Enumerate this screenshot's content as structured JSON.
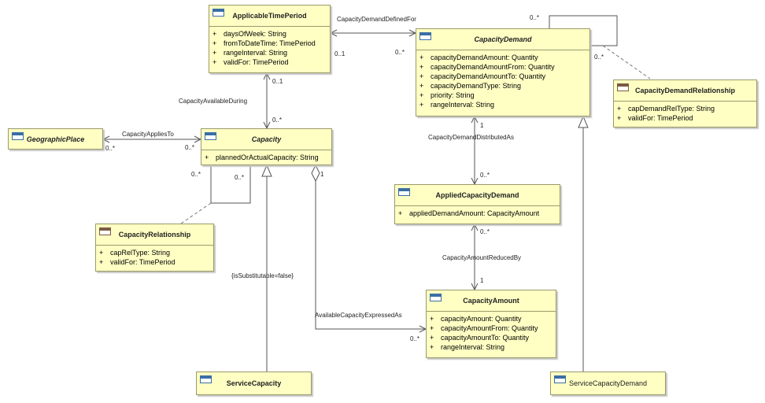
{
  "classes": {
    "applicable_time_period": {
      "name": "ApplicableTimePeriod",
      "attributes": [
        {
          "vis": "+",
          "text": "daysOfWeek: String"
        },
        {
          "vis": "+",
          "text": "fromToDateTime: TimePeriod"
        },
        {
          "vis": "+",
          "text": "rangeInterval: String"
        },
        {
          "vis": "+",
          "text": "validFor: TimePeriod"
        }
      ]
    },
    "capacity_demand": {
      "name": "CapacityDemand",
      "attributes": [
        {
          "vis": "+",
          "text": "capacityDemandAmount: Quantity"
        },
        {
          "vis": "+",
          "text": "capacityDemandAmountFrom: Quantity"
        },
        {
          "vis": "+",
          "text": "capacityDemandAmountTo: Quantity"
        },
        {
          "vis": "+",
          "text": "capacityDemandType: String"
        },
        {
          "vis": "+",
          "text": "priority: String"
        },
        {
          "vis": "+",
          "text": "rangeInterval: String"
        }
      ]
    },
    "capacity_demand_relationship": {
      "name": "CapacityDemandRelationship",
      "attributes": [
        {
          "vis": "+",
          "text": "capDemandRelType: String"
        },
        {
          "vis": "+",
          "text": "validFor: TimePeriod"
        }
      ]
    },
    "geographic_place": {
      "name": "GeographicPlace"
    },
    "capacity": {
      "name": "Capacity",
      "attributes": [
        {
          "vis": "+",
          "text": "plannedOrActualCapacity: String"
        }
      ]
    },
    "applied_capacity_demand": {
      "name": "AppliedCapacityDemand",
      "attributes": [
        {
          "vis": "+",
          "text": "appliedDemandAmount: CapacityAmount"
        }
      ]
    },
    "capacity_relationship": {
      "name": "CapacityRelationship",
      "attributes": [
        {
          "vis": "+",
          "text": "capRelType: String"
        },
        {
          "vis": "+",
          "text": "validFor: TimePeriod"
        }
      ]
    },
    "capacity_amount": {
      "name": "CapacityAmount",
      "attributes": [
        {
          "vis": "+",
          "text": "capacityAmount: Quantity"
        },
        {
          "vis": "+",
          "text": "capacityAmountFrom: Quantity"
        },
        {
          "vis": "+",
          "text": "capacityAmountTo: Quantity"
        },
        {
          "vis": "+",
          "text": "rangeInterval: String"
        }
      ]
    },
    "service_capacity": {
      "name": "ServiceCapacity"
    },
    "service_capacity_demand": {
      "name": "ServiceCapacityDemand"
    }
  },
  "associations": {
    "capacity_demand_defined_for": {
      "name": "CapacityDemandDefinedFor",
      "mult_source": "0..1",
      "mult_target": "0..*"
    },
    "capacity_demand_self": {
      "mult_a": "0..*",
      "mult_b": "0..*"
    },
    "capacity_available_during": {
      "name": "CapacityAvailableDuring",
      "mult_source": "0..1",
      "mult_target": "0..*"
    },
    "capacity_applies_to": {
      "name": "CapacityAppliesTo",
      "mult_source": "0..*",
      "mult_target": "0..*"
    },
    "capacity_self": {
      "mult_a": "0..*",
      "mult_b": "0..*"
    },
    "capacity_demand_distributed_as": {
      "name": "CapacityDemandDistributedAs",
      "mult_source": "1",
      "mult_target": "0..*"
    },
    "capacity_amount_reduced_by": {
      "name": "CapacityAmountReducedBy",
      "mult_source": "0..*",
      "mult_target": "1"
    },
    "available_capacity_expressed_as": {
      "name": "AvailableCapacityExpressedAs",
      "mult_source": "1",
      "mult_target": "0..*"
    },
    "generalization_constraint": "{isSubstitutable=false}"
  }
}
